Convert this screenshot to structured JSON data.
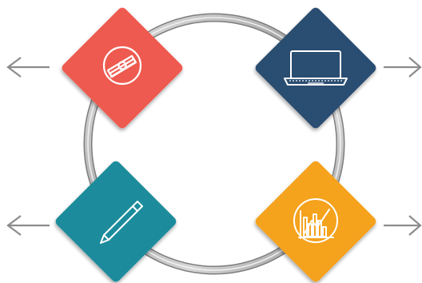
{
  "diagram": {
    "ring_color": "#b3b3b3",
    "arrow_color": "#8c8c8c",
    "nodes": [
      {
        "id": "top-left",
        "icon": "money-icon",
        "color": "#ee5a4f",
        "arrow": "left"
      },
      {
        "id": "top-right",
        "icon": "laptop-icon",
        "color": "#2b4e72",
        "arrow": "right"
      },
      {
        "id": "bottom-left",
        "icon": "pencil-icon",
        "color": "#1e8c9c",
        "arrow": "left"
      },
      {
        "id": "bottom-right",
        "icon": "chart-icon",
        "color": "#f5a21f",
        "arrow": "right"
      }
    ]
  }
}
